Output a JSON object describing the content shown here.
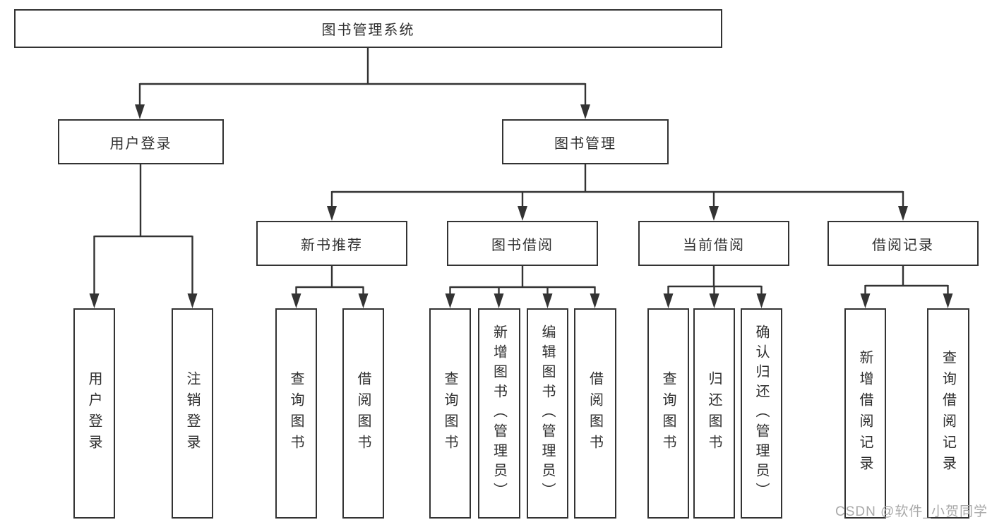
{
  "tree": {
    "root": "图书管理系统",
    "branches": [
      {
        "label": "用户登录",
        "children": [
          "用户登录",
          "注销登录"
        ]
      },
      {
        "label": "图书管理",
        "groups": [
          {
            "label": "新书推荐",
            "children": [
              "查询图书",
              "借阅图书"
            ]
          },
          {
            "label": "图书借阅",
            "children": [
              "查询图书",
              "新增图书（管理员）",
              "编辑图书（管理员）",
              "借阅图书"
            ]
          },
          {
            "label": "当前借阅",
            "children": [
              "查询图书",
              "归还图书",
              "确认归还（管理员）"
            ]
          },
          {
            "label": "借阅记录",
            "children": [
              "新增借阅记录",
              "查询借阅记录"
            ]
          }
        ]
      }
    ]
  },
  "watermark": "CSDN @软件_小贺同学",
  "colors": {
    "line": "#333333",
    "box_border": "#333333",
    "text": "#2f2f2f",
    "watermark": "#a9a9a9",
    "background": "#ffffff"
  }
}
